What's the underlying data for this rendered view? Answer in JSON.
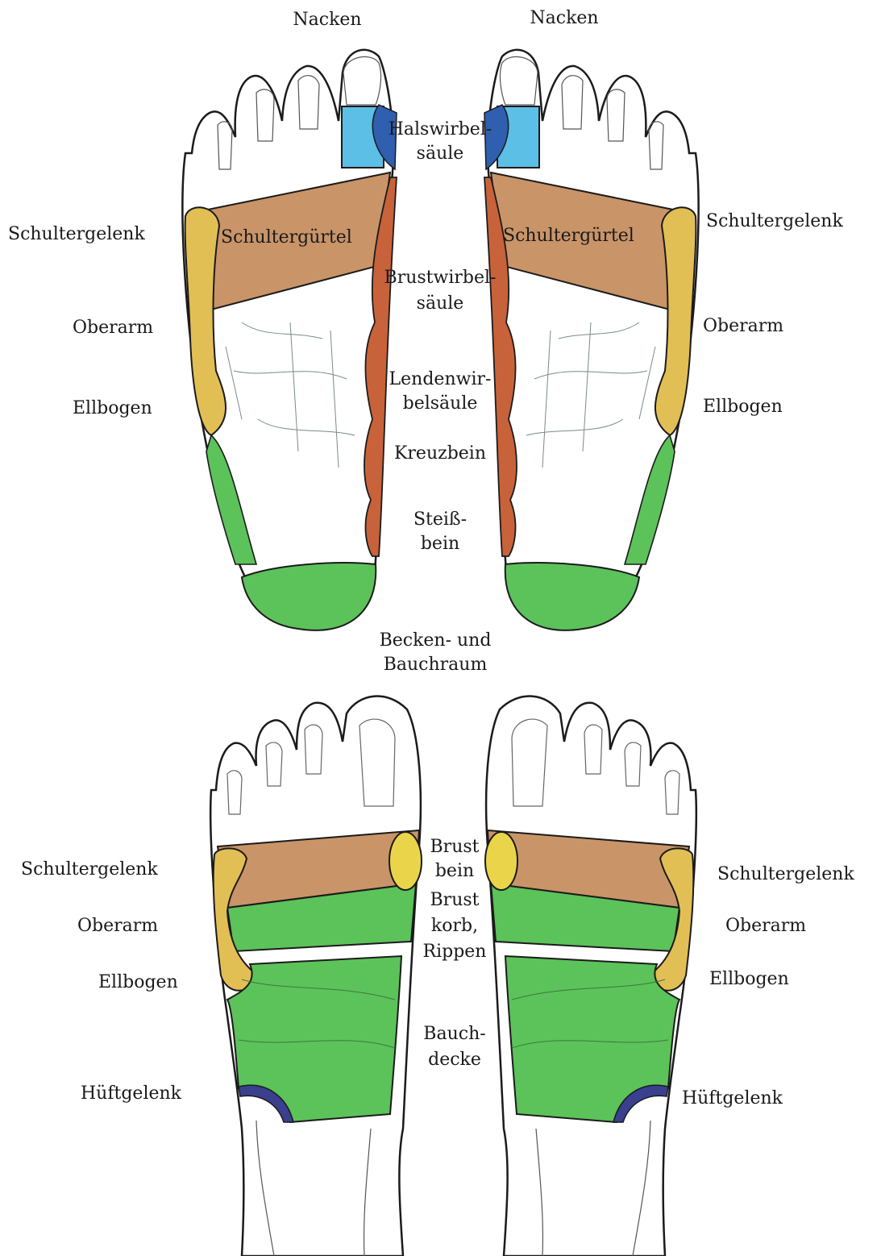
{
  "colors": {
    "cervical": "#5bbfe6",
    "cervical_edge": "#2f5fae",
    "shoulder_girdle": "#c99468",
    "spine": "#c8623a",
    "joint": "#e2bf55",
    "pelvis": "#5cc25a",
    "hip": "#3a3f8e",
    "chest_bone": "#ead54a",
    "outline": "#1b1b1b"
  },
  "top": {
    "left": {
      "neck": "Nacken",
      "shoulder_joint": "Schultergelenk",
      "shoulder_girdle": "Schultergürtel",
      "upper_arm": "Oberarm",
      "elbow": "Ellbogen"
    },
    "right": {
      "neck": "Nacken",
      "shoulder_joint": "Schultergelenk",
      "shoulder_girdle": "Schultergürtel",
      "upper_arm": "Oberarm",
      "elbow": "Ellbogen"
    },
    "center": {
      "cervical_1": "Halswirbel-",
      "cervical_2": "säule",
      "thoracic_1": "Brustwirbel-",
      "thoracic_2": "säule",
      "lumbar_1": "Lendenwir-",
      "lumbar_2": "belsäule",
      "sacrum": "Kreuzbein",
      "coccyx_1": "Steiß-",
      "coccyx_2": "bein",
      "pelvis_1": "Becken- und",
      "pelvis_2": "Bauchraum"
    }
  },
  "bottom": {
    "left": {
      "shoulder_joint": "Schultergelenk",
      "upper_arm": "Oberarm",
      "elbow": "Ellbogen",
      "hip": "Hüftgelenk"
    },
    "right": {
      "shoulder_joint": "Schultergelenk",
      "upper_arm": "Oberarm",
      "elbow": "Ellbogen",
      "hip": "Hüftgelenk"
    },
    "center": {
      "sternum_1": "Brust",
      "sternum_2": "bein",
      "chest_1": "Brust",
      "chest_2": "korb,",
      "chest_3": "Rippen",
      "abdomen_1": "Bauch-",
      "abdomen_2": "decke"
    }
  }
}
